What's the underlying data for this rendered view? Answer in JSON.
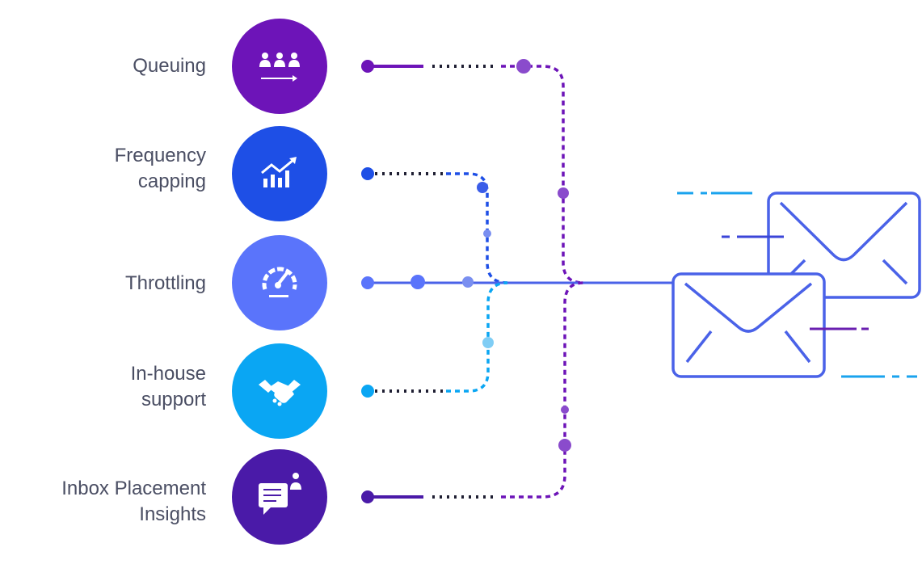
{
  "features": [
    {
      "label": "Queuing",
      "icon": "people-queue-icon",
      "color": "#6d14b8"
    },
    {
      "label": "Frequency\ncapping",
      "icon": "growth-chart-icon",
      "color": "#1e4fe6"
    },
    {
      "label": "Throttling",
      "icon": "speedometer-icon",
      "color": "#5a74fb"
    },
    {
      "label": "In-house\nsupport",
      "icon": "handshake-icon",
      "color": "#0aa6f3"
    },
    {
      "label": "Inbox Placement\nInsights",
      "icon": "chat-list-icon",
      "color": "#4a1aa8"
    }
  ],
  "envelope_icon": "envelope-icon",
  "colors": {
    "label_text": "#4a4e63",
    "envelope_stroke": "#4a62e8",
    "connector_dark": "#1f1f33",
    "speed_line_light": "#1aa3ee",
    "speed_line_dark": "#3b46d8",
    "speed_line_purple": "#6a1fb0"
  }
}
